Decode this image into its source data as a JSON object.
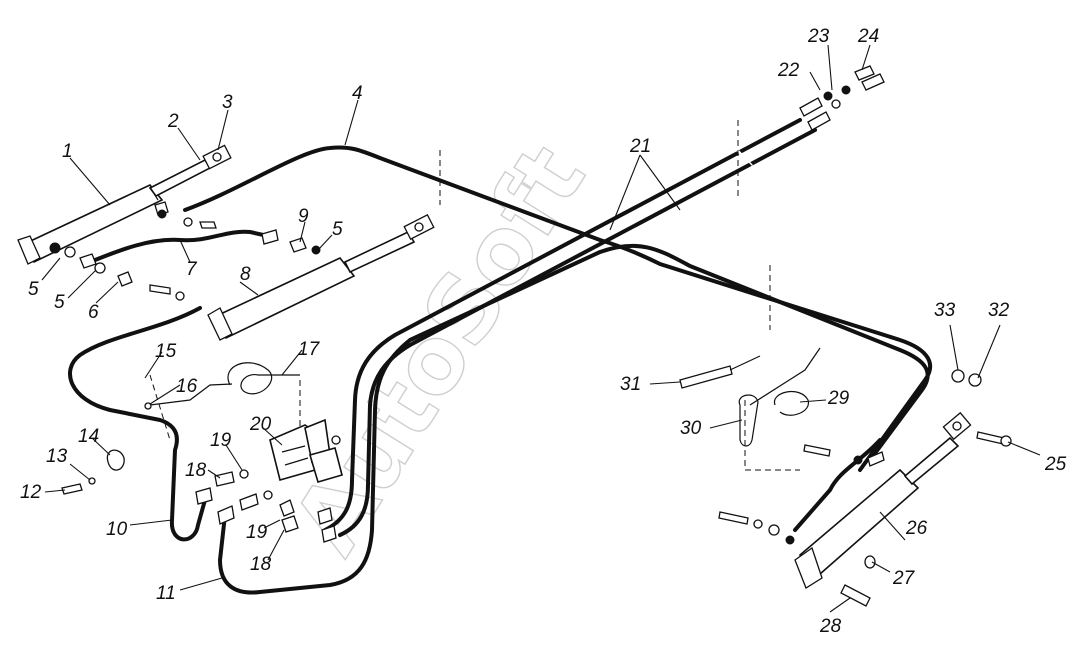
{
  "diagram": {
    "watermark": "AutoSoft",
    "callouts": [
      "1",
      "2",
      "3",
      "4",
      "5",
      "5",
      "5",
      "6",
      "7",
      "8",
      "9",
      "10",
      "11",
      "12",
      "13",
      "14",
      "15",
      "16",
      "17",
      "18",
      "18",
      "19",
      "19",
      "20",
      "21",
      "22",
      "23",
      "24",
      "25",
      "26",
      "27",
      "28",
      "29",
      "30",
      "31",
      "32",
      "33"
    ]
  }
}
